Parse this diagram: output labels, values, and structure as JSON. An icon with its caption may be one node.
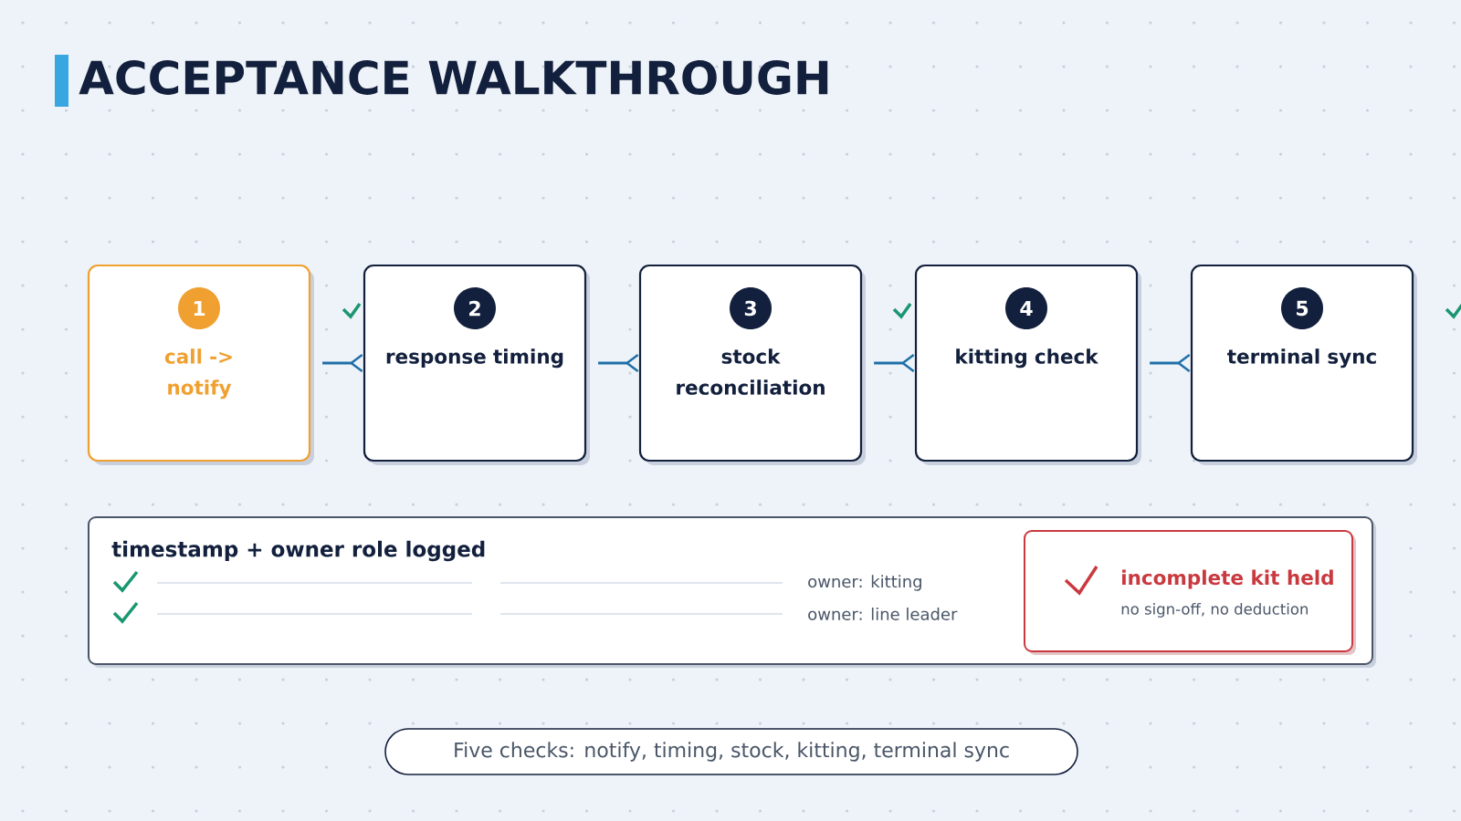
{
  "diagram": {
    "title": "ACCEPTANCE WALKTHROUGH",
    "nodes": [
      {
        "text": [
          "1",
          "call -> notify"
        ]
      },
      {
        "text": [
          "2",
          "response timing"
        ]
      },
      {
        "text": [
          "3",
          "stock reconciliation"
        ]
      },
      {
        "text": [
          "4",
          "kitting check"
        ]
      },
      {
        "text": [
          "5",
          "terminal sync"
        ]
      },
      {
        "text": [
          "timestamp + owner role logged",
          "owner: kitting",
          "owner: line leader"
        ]
      },
      {
        "text": [
          "incomplete kit held",
          "no sign-off, no deduction"
        ],
        "in": 5
      },
      {
        "text": [
          "Five checks: notify, timing, stock, kitting, terminal sync"
        ]
      }
    ],
    "edges": [
      {
        "from": 0,
        "to": 1,
        "arrow": "other"
      },
      {
        "from": 1,
        "to": 2,
        "arrow": "other"
      },
      {
        "from": 2,
        "to": 3,
        "arrow": "other"
      },
      {
        "from": 3,
        "to": 4,
        "arrow": "other"
      }
    ]
  }
}
